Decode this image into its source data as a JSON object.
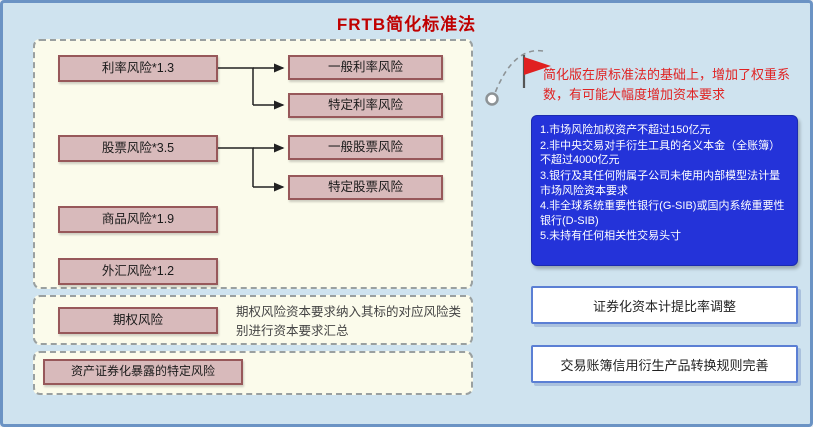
{
  "title": "FRTB简化标准法",
  "tree": {
    "interest": "利率风险*1.3",
    "equity": "股票风险*3.5",
    "commodity": "商品风险*1.9",
    "fx": "外汇风险*1.2",
    "general_interest": "一般利率风险",
    "specific_interest": "特定利率风险",
    "general_equity": "一般股票风险",
    "specific_equity": "特定股票风险",
    "option": "期权风险",
    "option_note": "期权风险资本要求纳入其标的对应风险类别进行资本要求汇总",
    "securitization": "资产证券化暴露的特定风险"
  },
  "callout": "简化版在原标准法的基础上，增加了权重系数，有可能大幅度增加资本要求",
  "conditions": [
    "1.市场风险加权资产不超过150亿元",
    "2.非中央交易对手衍生工具的名义本金（全账簿）不超过4000亿元",
    "3.银行及其任何附属子公司未使用内部模型法计量市场风险资本要求",
    "4.非全球系统重要性银行(G-SIB)或国内系统重要性银行(D-SIB)",
    "5.未持有任何相关性交易头寸"
  ],
  "bottom_boxes": [
    "证券化资本计提比率调整",
    "交易账簿信用衍生产品转换规则完善"
  ],
  "colors": {
    "background": "#cfe3ef",
    "panel": "#fbfbeb",
    "risk_box_bg": "#d8babb",
    "risk_box_border": "#97585a",
    "title": "#c00000",
    "callout_text": "#e02222",
    "condition_box_bg": "#2433d9",
    "bottom_box_border": "#5b7fd4",
    "flag": "#e02020"
  }
}
